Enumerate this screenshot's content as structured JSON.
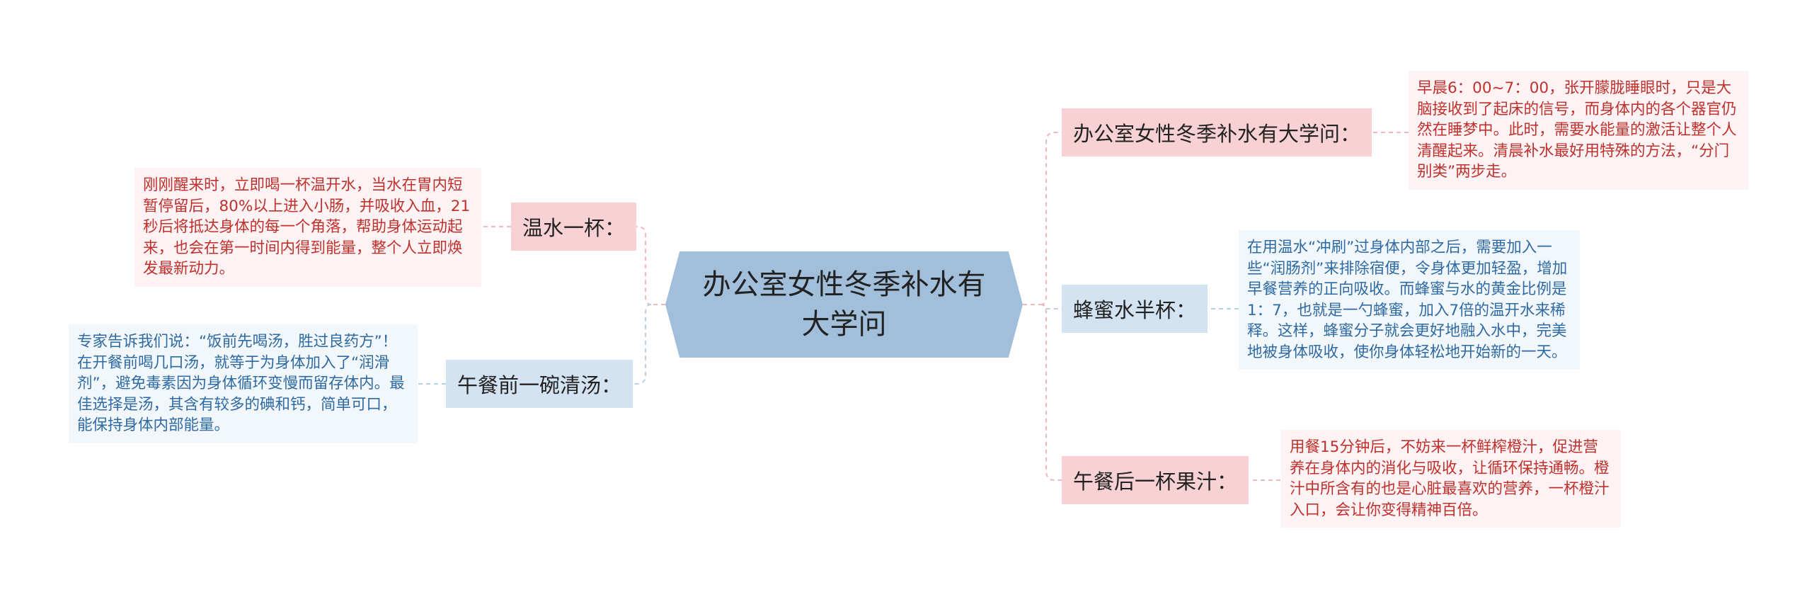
{
  "center": {
    "title": "办公室女性冬季补水有大学问"
  },
  "branches": [
    {
      "label": "办公室女性冬季补水有大学问：",
      "text": "早晨6：00~7：00，张开朦胧睡眼时，只是大脑接收到了起床的信号，而身体内的各个器官仍然在睡梦中。此时，需要水能量的激活让整个人清醒起来。清晨补水最好用特殊的方法，“分门别类”两步走。"
    },
    {
      "label": "蜂蜜水半杯：",
      "text": "在用温水“冲刷”过身体内部之后，需要加入一些“润肠剂”来排除宿便，令身体更加轻盈，增加早餐营养的正向吸收。而蜂蜜与水的黄金比例是1：7，也就是一勺蜂蜜，加入7倍的温开水来稀释。这样，蜂蜜分子就会更好地融入水中，完美地被身体吸收，使你身体轻松地开始新的一天。"
    },
    {
      "label": "午餐后一杯果汁：",
      "text": "用餐15分钟后，不妨来一杯鲜榨橙汁，促进营养在身体内的消化与吸收，让循环保持通畅。橙汁中所含有的也是心脏最喜欢的营养，一杯橙汁入口，会让你变得精神百倍。"
    },
    {
      "label": "温水一杯：",
      "text": "刚刚醒来时，立即喝一杯温开水，当水在胃内短暂停留后，80%以上进入小肠，并吸收入血，21秒后将抵达身体的每一个角落，帮助身体运动起来，也会在第一时间内得到能量，整个人立即焕发最新动力。"
    },
    {
      "label": "午餐前一碗清汤：",
      "text": "专家告诉我们说：“饭前先喝汤，胜过良药方”！在开餐前喝几口汤，就等于为身体加入了“润滑剂”，避免毒素因为身体循环变慢而留存体内。最佳选择是汤，其含有较多的碘和钙，简单可口，能保持身体内部能量。"
    }
  ],
  "colors": {
    "pink_line": "#f0b8bb",
    "blue_line": "#b7d0e6"
  }
}
